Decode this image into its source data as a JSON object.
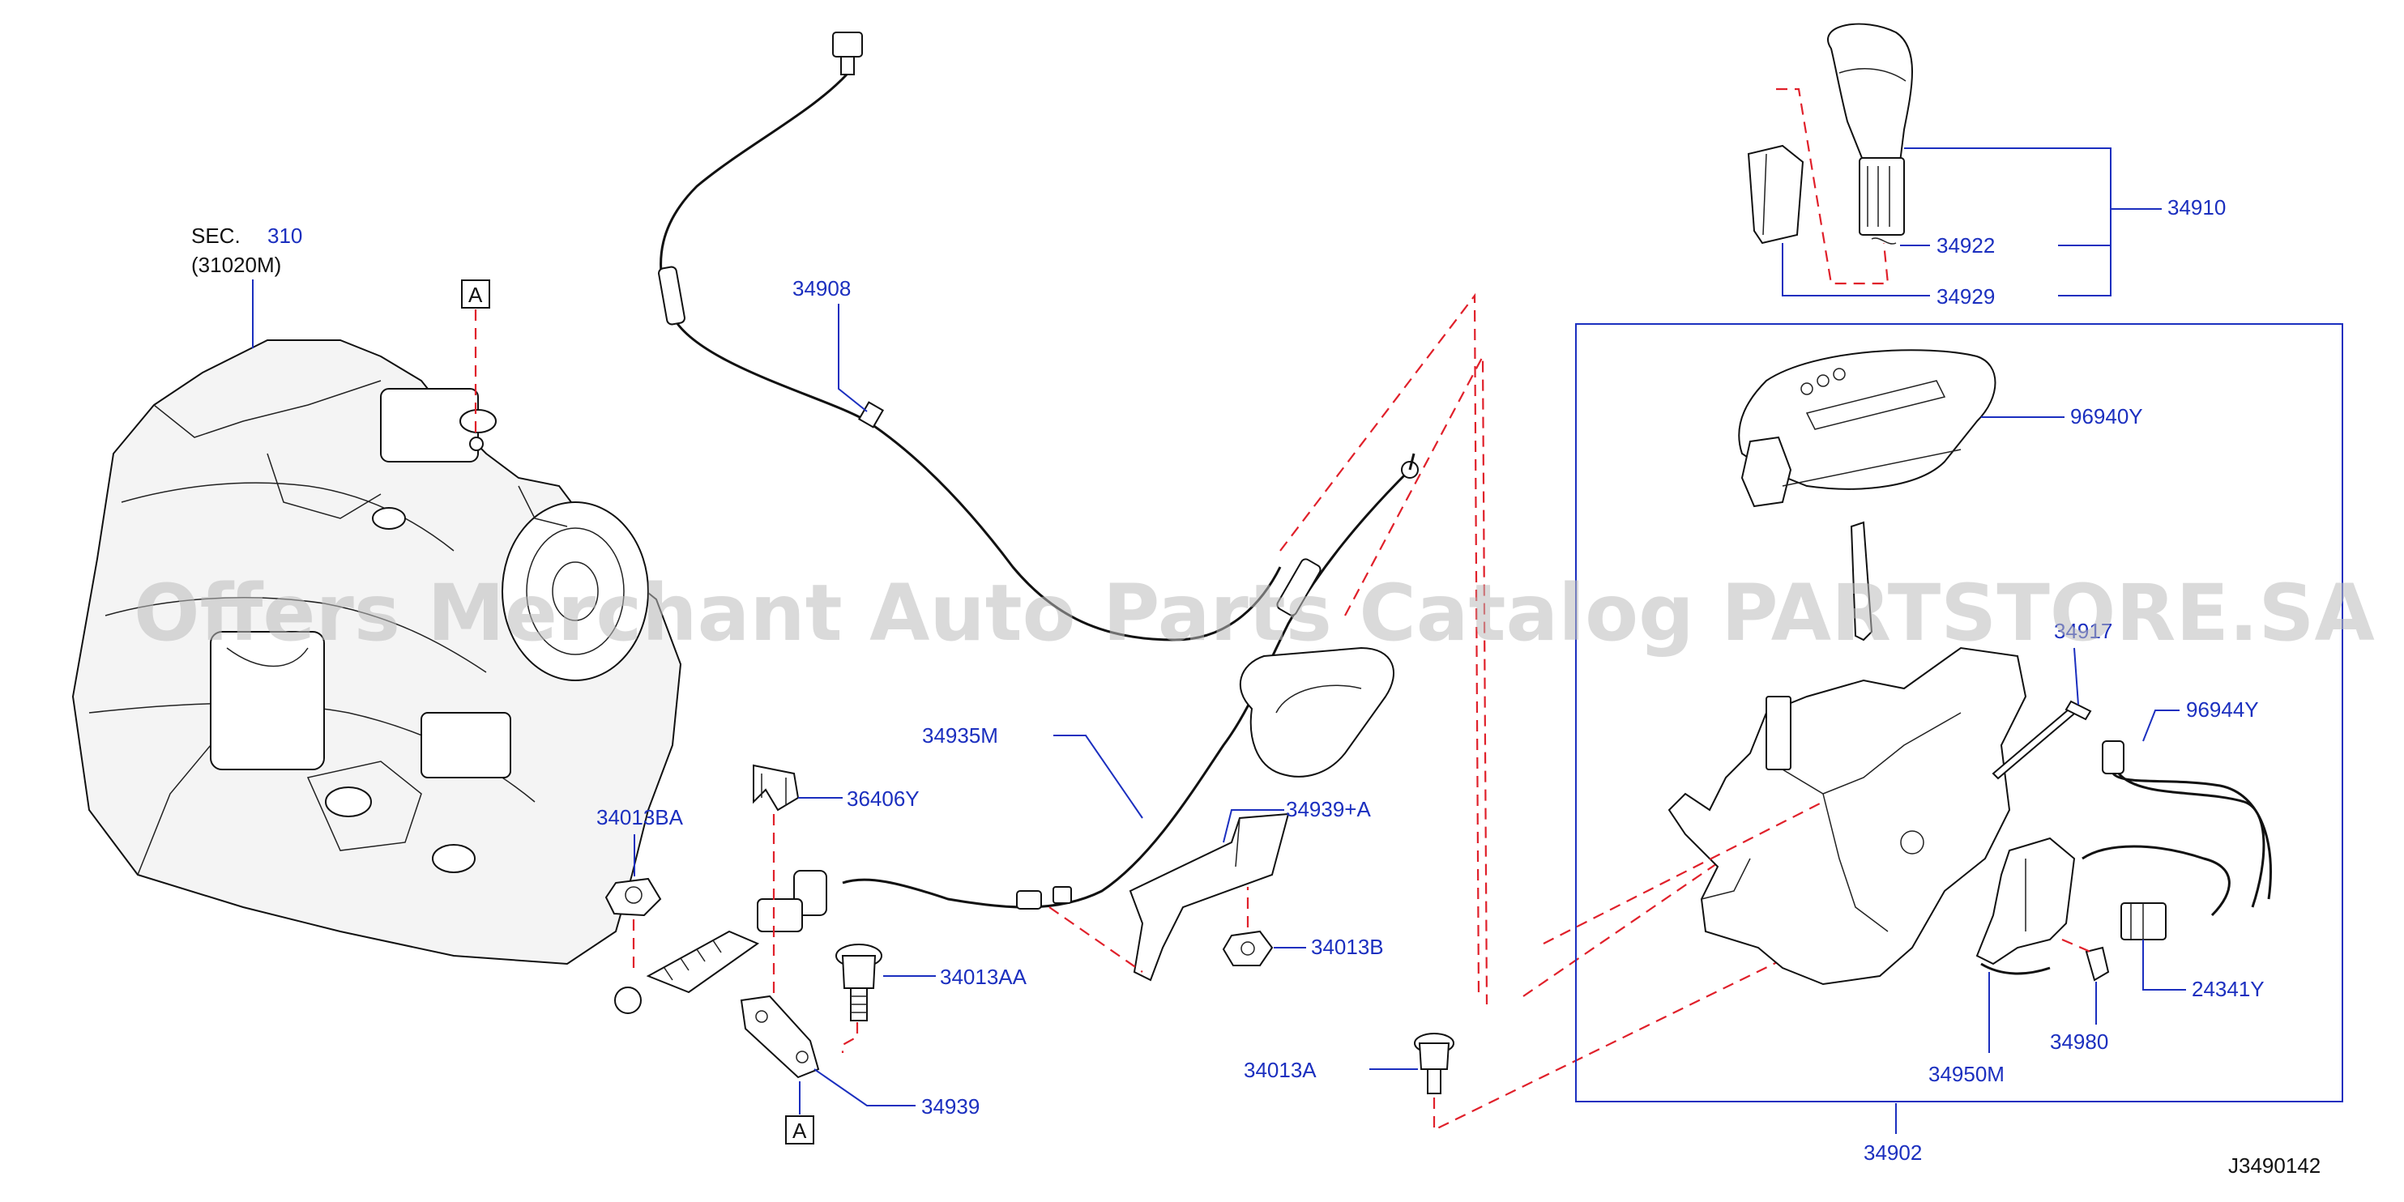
{
  "section": {
    "prefix": "SEC.",
    "number": "310",
    "subcode": "(31020M)"
  },
  "view_marker": "A",
  "watermark": "Offers Merchant Auto Parts Catalog PARTSTORE.SA",
  "diagram_id": "J3490142",
  "callouts": {
    "p34908": "34908",
    "p34935M": "34935M",
    "p36406Y": "36406Y",
    "p34013BA": "34013BA",
    "p34013AA": "34013AA",
    "p34939": "34939",
    "p34939A": "34939+A",
    "p34013B": "34013B",
    "p34013A": "34013A",
    "p34910": "34910",
    "p34922": "34922",
    "p34929": "34929",
    "p96940Y": "96940Y",
    "p349_7": "34917",
    "p96944Y": "96944Y",
    "p24341Y": "24341Y",
    "p34980": "34980",
    "p34950M": "34950M",
    "p34902": "34902"
  },
  "colors": {
    "callout": "#1b2fbf",
    "leader": "#1b2fbf",
    "phantom": "#e0202a",
    "outline": "#111111"
  }
}
